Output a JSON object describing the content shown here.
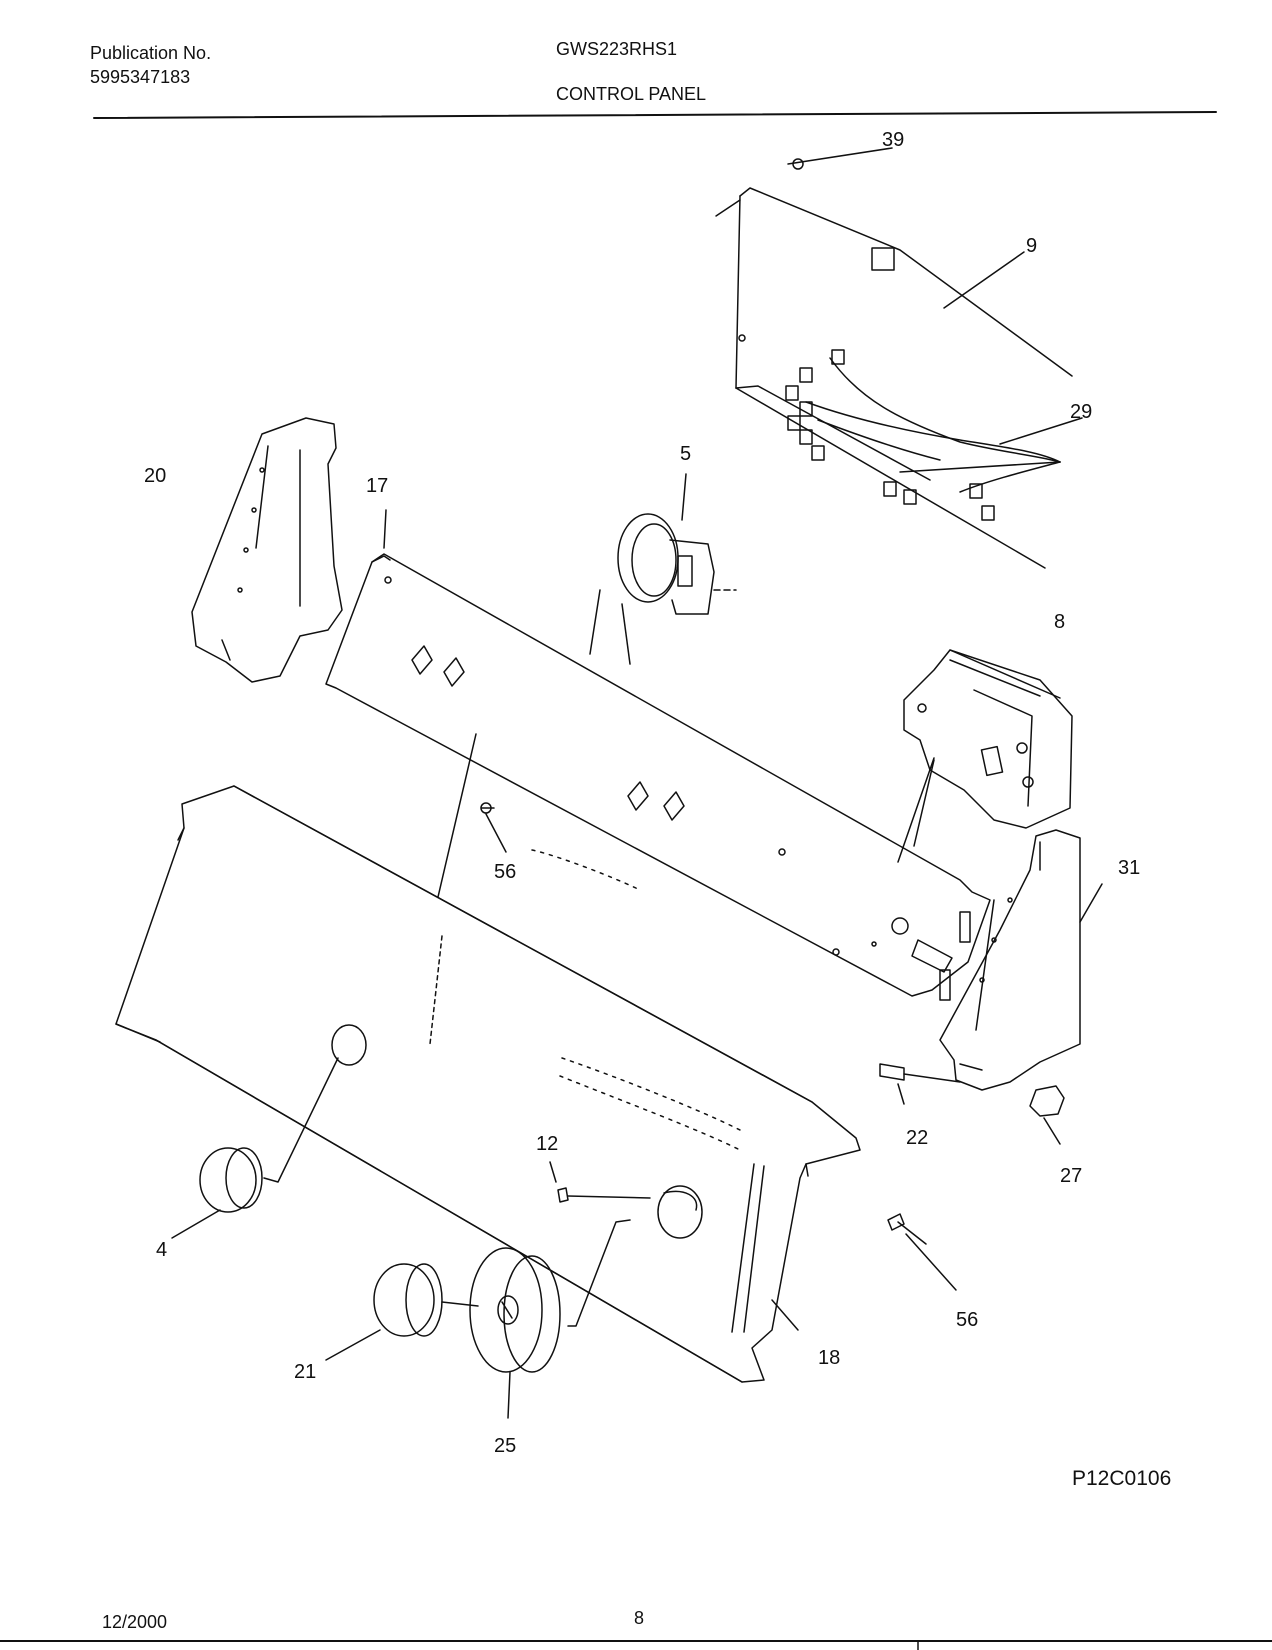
{
  "header": {
    "publication_label": "Publication No.",
    "publication_number": "5995347183",
    "model": "GWS223RHS1",
    "section_title": "CONTROL PANEL"
  },
  "diagram": {
    "code": "P12C0106",
    "callouts": {
      "c39": "39",
      "c9": "9",
      "c29": "29",
      "c20": "20",
      "c17": "17",
      "c5": "5",
      "c8": "8",
      "c56a": "56",
      "c31": "31",
      "c22": "22",
      "c27": "27",
      "c12": "12",
      "c4": "4",
      "c56b": "56",
      "c18": "18",
      "c21": "21",
      "c25": "25"
    }
  },
  "footer": {
    "date": "12/2000",
    "page": "8"
  }
}
